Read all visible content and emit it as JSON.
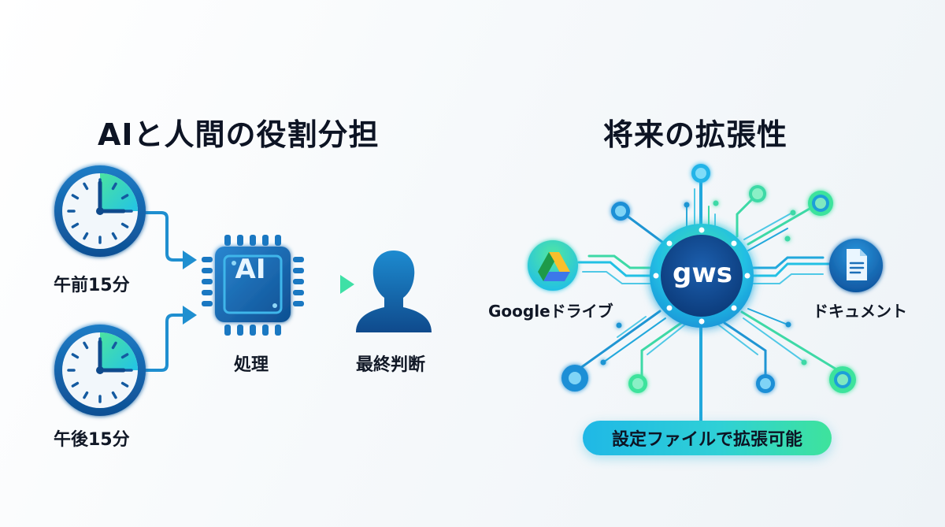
{
  "left_panel": {
    "title": "AIと人間の役割分担",
    "inputs": [
      {
        "label": "午前15分",
        "icon": "clock-icon"
      },
      {
        "label": "午後15分",
        "icon": "clock-icon"
      }
    ],
    "processor": {
      "chip_text": "AI",
      "label": "処理",
      "icon": "ai-chip-icon"
    },
    "decision": {
      "label": "最終判断",
      "icon": "person-icon"
    }
  },
  "right_panel": {
    "title": "将来の拡張性",
    "hub": {
      "text": "gws"
    },
    "nodes": [
      {
        "label": "Googleドライブ",
        "icon": "google-drive-icon"
      },
      {
        "label": "ドキュメント",
        "icon": "document-icon"
      }
    ],
    "footer_pill": "設定ファイルで拡張可能"
  },
  "colors": {
    "primary_blue": "#1a6fb8",
    "dark_blue": "#0f4c8f",
    "cyan": "#21b8e4",
    "green": "#3ee39c",
    "text": "#0d1424"
  }
}
